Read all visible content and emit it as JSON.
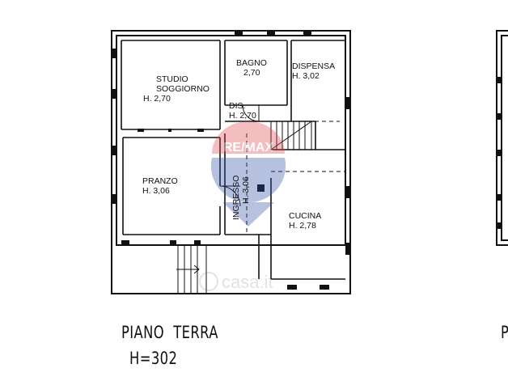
{
  "rooms": {
    "studio": {
      "name": "STUDIO\nSOGGIORNO",
      "height": "H. 2,70"
    },
    "bagno": {
      "name": "BAGNO",
      "height": "2,70"
    },
    "dispensa": {
      "name": "DISPENSA",
      "height": "H. 3,02"
    },
    "dis": {
      "name": "DIS.",
      "height": "H. 2,70"
    },
    "pranzo": {
      "name": "PRANZO",
      "height": "H. 3,06"
    },
    "ingresso": {
      "name": "INGRESSO",
      "height": "H. 3,06"
    },
    "cucina": {
      "name": "CUCINA",
      "height": "H. 2,78"
    }
  },
  "captions": {
    "floor_name": "PIANO  TERRA",
    "floor_height": "H=302",
    "next_floor_initial": "P"
  },
  "watermarks": {
    "brand_logo": "RE/MAX",
    "portal_logo": "casa.it"
  },
  "colors": {
    "wall": "#111111",
    "brand_red": "#e2464b",
    "brand_blue": "#2f4fa3"
  }
}
